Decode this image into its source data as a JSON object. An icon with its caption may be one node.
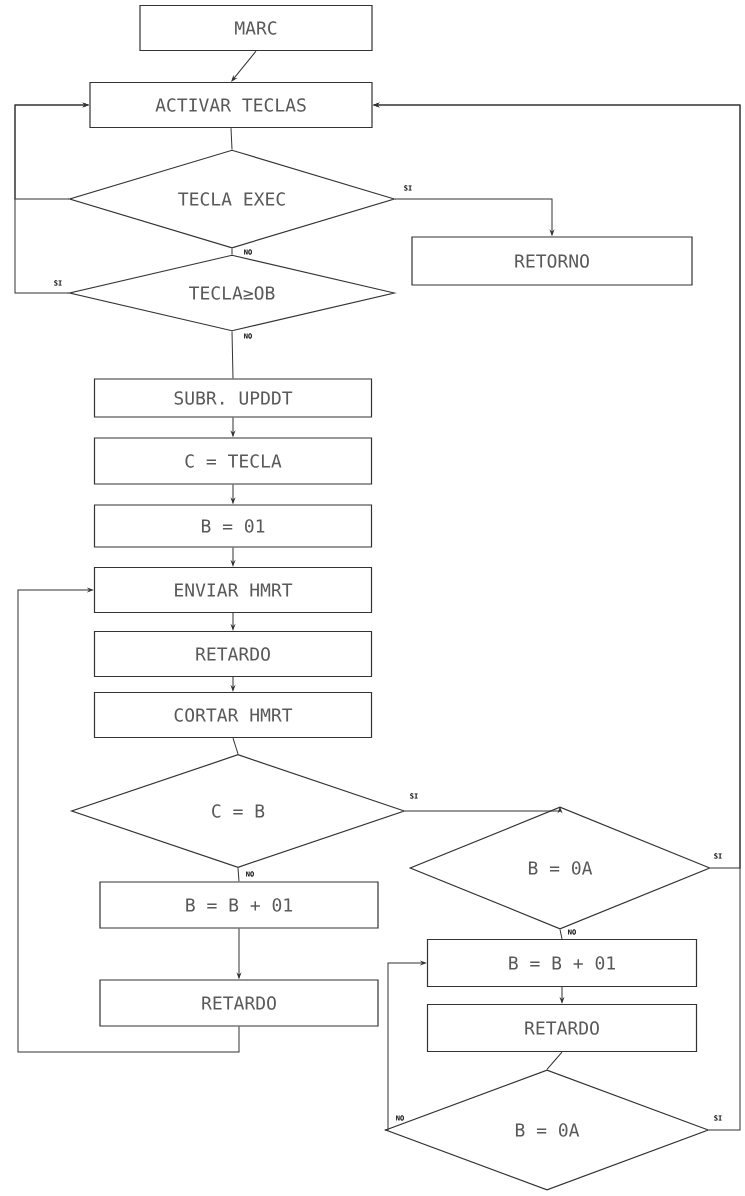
{
  "diagram": {
    "nodes": [
      {
        "text": [
          "MARC"
        ]
      },
      {
        "text": [
          "ACTIVAR TECLAS"
        ]
      },
      {
        "text": [
          "TECLA EXEC"
        ]
      },
      {
        "text": [
          "RETORNO"
        ]
      },
      {
        "text": [
          "TECLA≥OB"
        ]
      },
      {
        "text": [
          "SUBR. UPDDT"
        ]
      },
      {
        "text": [
          "C = TECLA"
        ]
      },
      {
        "text": [
          "B = 01"
        ]
      },
      {
        "text": [
          "ENVIAR HMRT"
        ]
      },
      {
        "text": [
          "RETARDO"
        ]
      },
      {
        "text": [
          "CORTAR HMRT"
        ]
      },
      {
        "text": [
          "C = B"
        ]
      },
      {
        "text": [
          "B = B + 01"
        ]
      },
      {
        "text": [
          "RETARDO"
        ]
      },
      {
        "text": [
          "B = 0A"
        ]
      },
      {
        "text": [
          "B = B + 01"
        ]
      },
      {
        "text": [
          "RETARDO"
        ]
      },
      {
        "text": [
          "B = 0A"
        ]
      }
    ],
    "edges": [
      {
        "from": 0,
        "to": 1,
        "arrow": "to"
      },
      {
        "from": 1,
        "to": 2,
        "arrow": "none"
      },
      {
        "from": 2,
        "to": 3,
        "arrow": "to",
        "label": "SI"
      },
      {
        "from": 2,
        "to": 1,
        "arrow": "to"
      },
      {
        "from": 2,
        "to": 4,
        "arrow": "none",
        "label": "NO"
      },
      {
        "from": 4,
        "to": 1,
        "arrow": "to",
        "label": "SI"
      },
      {
        "from": 4,
        "to": 5,
        "arrow": "none",
        "label": "NO"
      },
      {
        "from": 5,
        "to": 6,
        "arrow": "to"
      },
      {
        "from": 6,
        "to": 7,
        "arrow": "to"
      },
      {
        "from": 7,
        "to": 8,
        "arrow": "to"
      },
      {
        "from": 8,
        "to": 9,
        "arrow": "to"
      },
      {
        "from": 9,
        "to": 10,
        "arrow": "to"
      },
      {
        "from": 10,
        "to": 11,
        "arrow": "none"
      },
      {
        "from": 11,
        "to": 14,
        "arrow": "to",
        "label": "SI"
      },
      {
        "from": 11,
        "to": 12,
        "arrow": "none",
        "label": "NO"
      },
      {
        "from": 12,
        "to": 13,
        "arrow": "to"
      },
      {
        "from": 13,
        "to": 8,
        "arrow": "to"
      },
      {
        "from": 14,
        "to": 1,
        "arrow": "to",
        "label": "SI"
      },
      {
        "from": 14,
        "to": 15,
        "arrow": "none",
        "label": "NO"
      },
      {
        "from": 15,
        "to": 16,
        "arrow": "to"
      },
      {
        "from": 16,
        "to": 17,
        "arrow": "none"
      },
      {
        "from": 17,
        "to": 15,
        "arrow": "to",
        "label": "NO"
      },
      {
        "from": 17,
        "to": 1,
        "arrow": "to",
        "label": "SI"
      }
    ]
  }
}
